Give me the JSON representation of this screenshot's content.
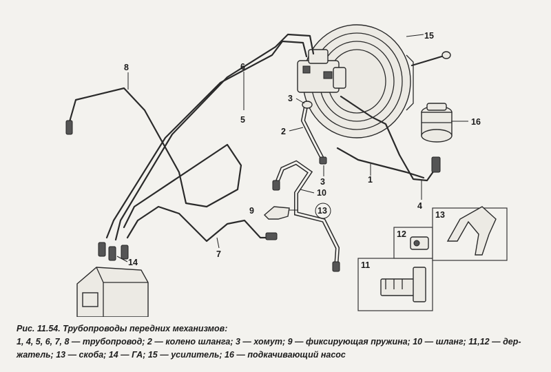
{
  "labels": {
    "l1": "1",
    "l2": "2",
    "l3a": "3",
    "l3b": "3",
    "l4": "4",
    "l5": "5",
    "l6": "6",
    "l7": "7",
    "l8": "8",
    "l9": "9",
    "l10": "10",
    "l11": "11",
    "l12": "12",
    "l13": "13",
    "l13b": "13",
    "l14": "14",
    "l15": "15",
    "l16": "16"
  },
  "caption": {
    "title": "Рис. 11.54. Трубопроводы передних механизмов:",
    "legend_line1": "1, 4, 5, 6, 7, 8 — трубопровод; 2 — колено шланга; 3 — хомут; 9 — фиксирующая пружина; 10 — шланг; 11,12 — дер-",
    "legend_line2": "жатель; 13 — скоба; 14 — ГА; 15 — усилитель; 16 — подкачивающий насос"
  }
}
